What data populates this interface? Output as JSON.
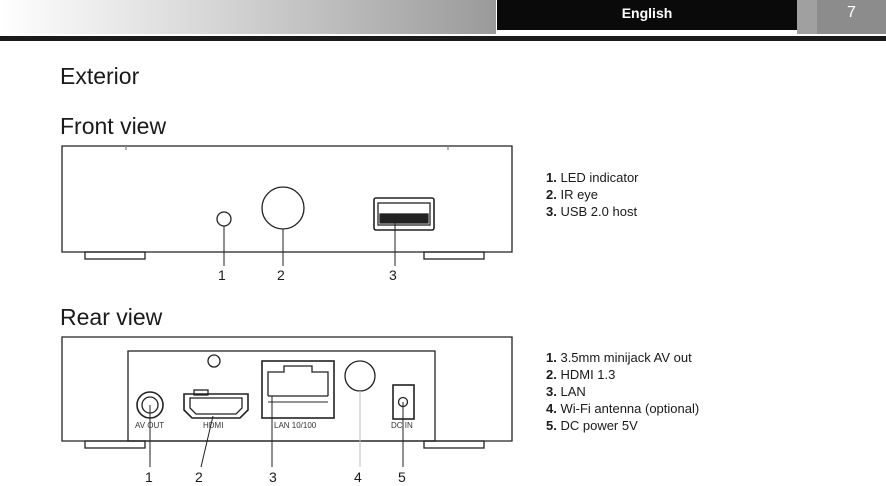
{
  "header": {
    "language": "English",
    "page_number": "7"
  },
  "section_title": "Exterior",
  "front": {
    "title": "Front view",
    "callouts": [
      "1",
      "2",
      "3"
    ],
    "legend": [
      {
        "num": "1.",
        "text": "LED indicator"
      },
      {
        "num": "2.",
        "text": "IR eye"
      },
      {
        "num": "3.",
        "text": "USB 2.0 host"
      }
    ]
  },
  "rear": {
    "title": "Rear view",
    "port_labels": {
      "av_out": "AV OUT",
      "hdmi": "HDMI",
      "lan": "LAN 10/100",
      "dc_in": "DC IN"
    },
    "callouts": [
      "1",
      "2",
      "3",
      "4",
      "5"
    ],
    "legend": [
      {
        "num": "1.",
        "text": "3.5mm minijack AV out"
      },
      {
        "num": "2.",
        "text": "HDMI 1.3"
      },
      {
        "num": "3.",
        "text": "LAN"
      },
      {
        "num": "4.",
        "text": "Wi-Fi antenna (optional)"
      },
      {
        "num": "5.",
        "text": "DC power 5V"
      }
    ]
  }
}
